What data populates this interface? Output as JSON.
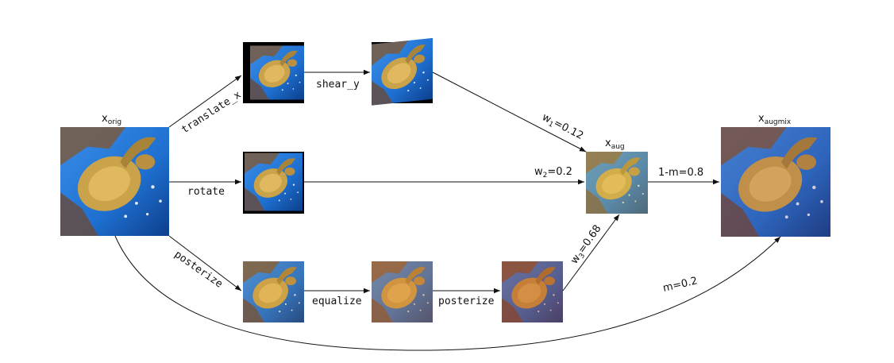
{
  "nodes": {
    "orig": {
      "label": "x",
      "sub": "orig"
    },
    "aug": {
      "label": "x",
      "sub": "aug"
    },
    "augmix": {
      "label": "x",
      "sub": "augmix"
    }
  },
  "ops": {
    "translate_x": "translate_x",
    "shear_y": "shear_y",
    "rotate": "rotate",
    "posterize_1": "posterize",
    "equalize": "equalize",
    "posterize_2": "posterize"
  },
  "weights": {
    "w1": {
      "label": "w",
      "sub": "1",
      "value": "=0.12"
    },
    "w2": {
      "label": "w",
      "sub": "2",
      "value": "=0.2"
    },
    "w3": {
      "label": "w",
      "sub": "3",
      "value": "=0.68"
    }
  },
  "mix": {
    "one_minus_m": "1-m=0.8",
    "m": "m=0.2"
  },
  "tint_colors": {
    "ocean": "#1e6fd0",
    "ocean_dark": "#0d3f8c",
    "turtle": "#c9a24a",
    "reef": "#8a5a3a",
    "aug_tint": "#e8c64a",
    "equalize_tint": "#e07a2a"
  }
}
